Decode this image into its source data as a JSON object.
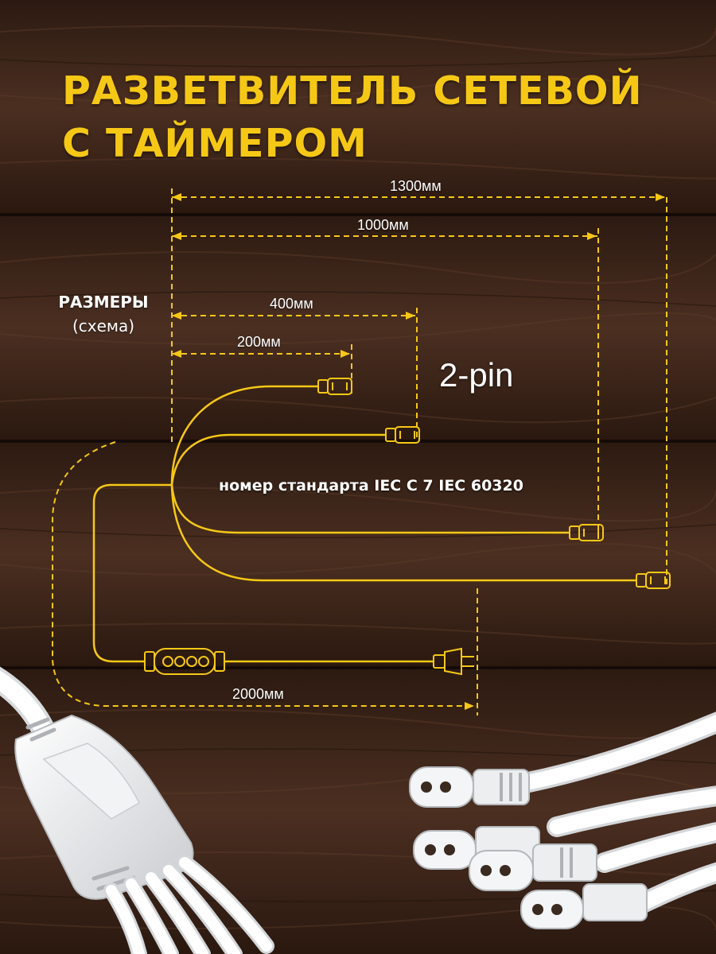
{
  "title": {
    "line1": "РАЗВЕТВИТЕЛЬ СЕТЕВОЙ",
    "line2": "С ТАЙМЕРОМ"
  },
  "section": {
    "label": "РАЗМЕРЫ",
    "sublabel": "(схема)"
  },
  "dimensions": {
    "d1300": "1300мм",
    "d1000": "1000мм",
    "d400": "400мм",
    "d200": "200мм",
    "d2000": "2000мм"
  },
  "connector_type": "2-pin",
  "standard_text": "номер стандарта IEC C 7 IEC 60320",
  "colors": {
    "accent": "#f6c816",
    "wood_dark": "#2f1d13",
    "wood_mid": "#4a2f20",
    "text": "#ffffff",
    "cable": "#eef0f2"
  },
  "icons": {
    "connector": "iec-c7-connector-icon",
    "plug": "power-plug-icon",
    "timer": "timer-controller-icon"
  }
}
